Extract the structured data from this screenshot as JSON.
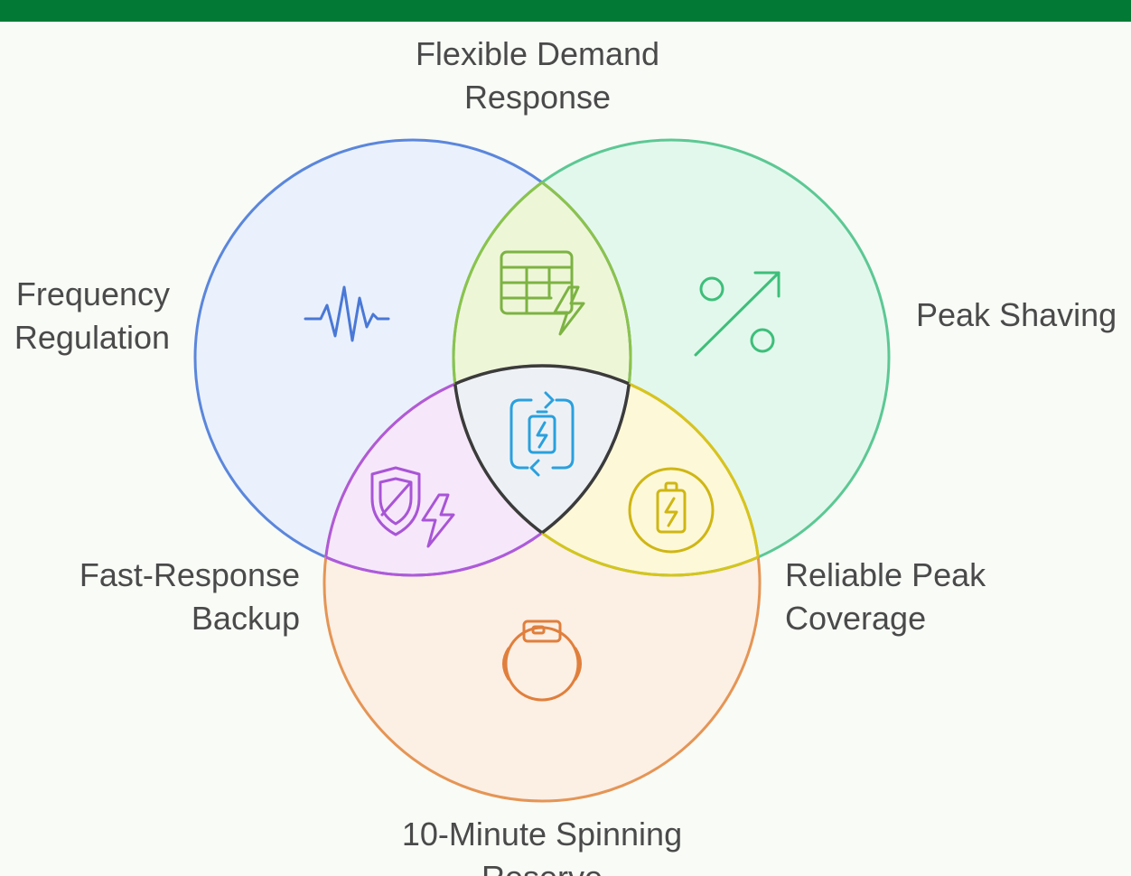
{
  "labels": {
    "flexible_demand": [
      "Flexible Demand",
      "Response"
    ],
    "frequency_regulation": [
      "Frequency",
      "Regulation"
    ],
    "peak_shaving": [
      "Peak Shaving"
    ],
    "fast_response_backup": [
      "Fast-Response",
      "Backup"
    ],
    "reliable_peak_coverage": [
      "Reliable Peak",
      "Coverage"
    ],
    "spinning_reserve": [
      "10-Minute Spinning",
      "Reserve"
    ]
  },
  "colors": {
    "header_bar": "#027a35",
    "background": "#f8fbf6",
    "circle_blue": "#5b86dc",
    "circle_green": "#5cc894",
    "circle_orange": "#e59555",
    "region_green_blue": "#8bc34a",
    "region_purple": "#b05ad9",
    "region_yellow": "#d6c51c",
    "center_outline": "#3b3b3b",
    "center_icon": "#2aa0dd",
    "text": "#4a4a4a"
  },
  "icons": {
    "blue_region": "pulse-wave-icon",
    "blue_green_region": "table-lightning-icon",
    "green_region": "percent-trend-icon",
    "center_region": "battery-cycle-icon",
    "blue_orange_region": "shield-lightning-icon",
    "green_orange_region": "battery-charge-icon",
    "orange_region": "generator-icon"
  }
}
